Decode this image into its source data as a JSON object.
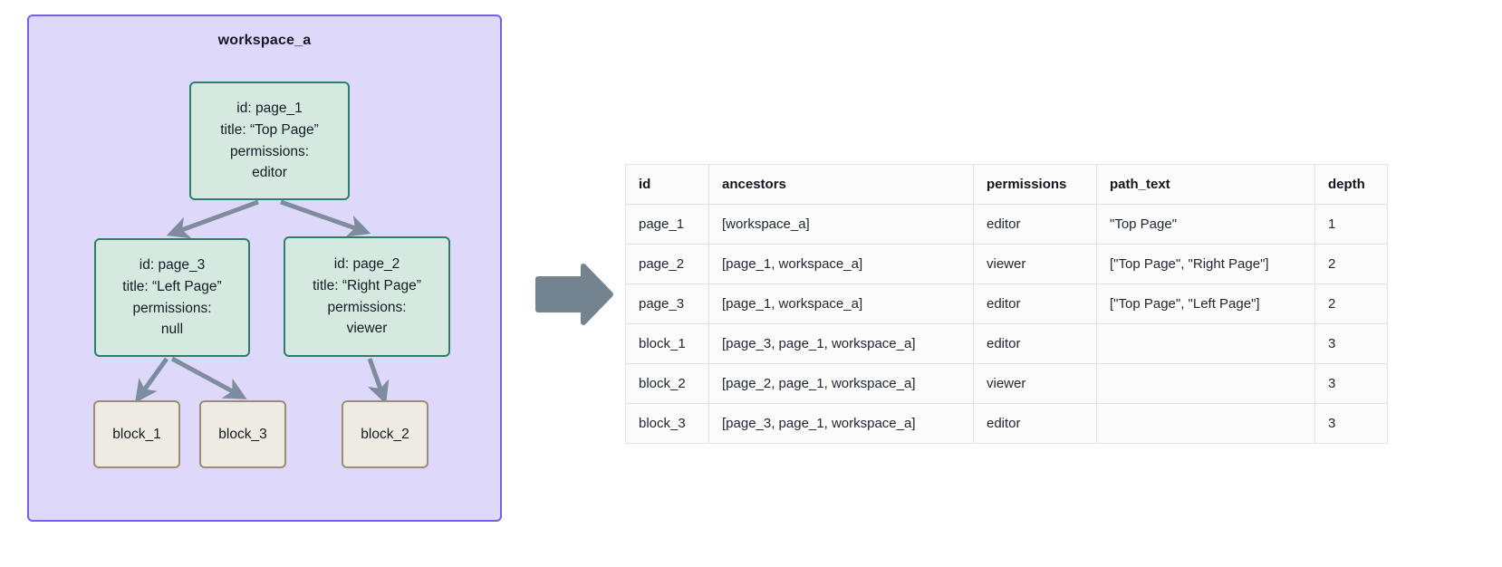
{
  "workspace": {
    "title": "workspace_a",
    "container_fill": "#ded9fb",
    "container_border": "#7c5cf0",
    "page_node_fill": "#d6e9e1",
    "page_node_border": "#2b7f67",
    "block_node_fill": "#eeece2",
    "block_node_border": "#9b8b77",
    "edge_color": "#7e8c9e",
    "nodes": [
      {
        "key": "page_1",
        "type": "page",
        "line1": "id: page_1",
        "line2": "title: “Top Page”",
        "line3": "permissions:",
        "line4": "editor"
      },
      {
        "key": "page_3",
        "type": "page",
        "line1": "id: page_3",
        "line2": "title: “Left Page”",
        "line3": "permissions:",
        "line4": "null"
      },
      {
        "key": "page_2",
        "type": "page",
        "line1": "id: page_2",
        "line2": "title: “Right Page”",
        "line3": "permissions:",
        "line4": "viewer"
      },
      {
        "key": "block_1",
        "type": "block",
        "label": "block_1"
      },
      {
        "key": "block_3",
        "type": "block",
        "label": "block_3"
      },
      {
        "key": "block_2",
        "type": "block",
        "label": "block_2"
      }
    ],
    "edges": [
      {
        "from": "page_1",
        "to": "page_3"
      },
      {
        "from": "page_1",
        "to": "page_2"
      },
      {
        "from": "page_3",
        "to": "block_1"
      },
      {
        "from": "page_3",
        "to": "block_3"
      },
      {
        "from": "page_2",
        "to": "block_2"
      }
    ]
  },
  "transform_arrow": {
    "name": "right-arrow",
    "color": "#73838f",
    "direction": "right"
  },
  "table": {
    "headers": [
      "id",
      "ancestors",
      "permissions",
      "path_text",
      "depth"
    ],
    "rows": [
      {
        "id": "page_1",
        "ancestors": "[workspace_a]",
        "permissions": "editor",
        "path_text": "\"Top Page\"",
        "depth": "1"
      },
      {
        "id": "page_2",
        "ancestors": "[page_1, workspace_a]",
        "permissions": "viewer",
        "path_text": "[\"Top Page\", \"Right Page\"]",
        "depth": "2"
      },
      {
        "id": "page_3",
        "ancestors": "[page_1, workspace_a]",
        "permissions": "editor",
        "path_text": "[\"Top Page\", \"Left Page\"]",
        "depth": "2"
      },
      {
        "id": "block_1",
        "ancestors": "[page_3, page_1, workspace_a]",
        "permissions": "editor",
        "path_text": "",
        "depth": "3"
      },
      {
        "id": "block_2",
        "ancestors": "[page_2, page_1, workspace_a]",
        "permissions": "viewer",
        "path_text": "",
        "depth": "3"
      },
      {
        "id": "block_3",
        "ancestors": "[page_3, page_1, workspace_a]",
        "permissions": "editor",
        "path_text": "",
        "depth": "3"
      }
    ]
  }
}
